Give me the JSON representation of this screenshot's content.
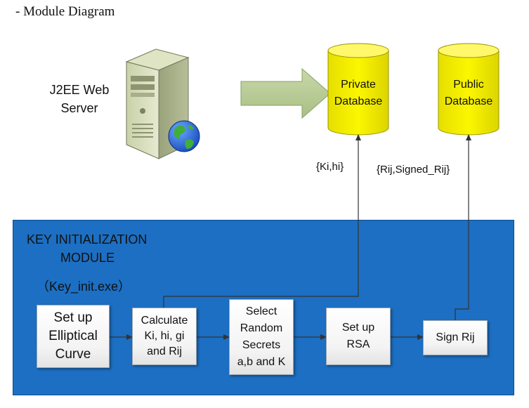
{
  "title": "- Module Diagram",
  "server": {
    "label_line1": "J2EE Web",
    "label_line2": "Server",
    "icon": "server-globe-icon"
  },
  "databases": [
    {
      "line1": "Private",
      "line2": "Database",
      "color": "#f5f000"
    },
    {
      "line1": "Public",
      "line2": "Database",
      "color": "#f5f000"
    }
  ],
  "edges": {
    "private_label": "{Ki,hi}",
    "public_label": "{Rij,Signed_Rij}"
  },
  "module": {
    "title_line1": "KEY INITIALIZATION",
    "title_line2": "MODULE",
    "exe": "（Key_init.exe）",
    "color": "#1c6fc2"
  },
  "steps": [
    {
      "lines": [
        "Set up",
        "Elliptical",
        "Curve"
      ]
    },
    {
      "lines": [
        "Calculate",
        "Ki, hi, gi",
        "and Rij"
      ]
    },
    {
      "lines": [
        "Select",
        "Random",
        "Secrets",
        "a,b and K"
      ]
    },
    {
      "lines": [
        "Set up",
        "RSA"
      ]
    },
    {
      "lines": [
        "Sign Rij"
      ]
    }
  ]
}
